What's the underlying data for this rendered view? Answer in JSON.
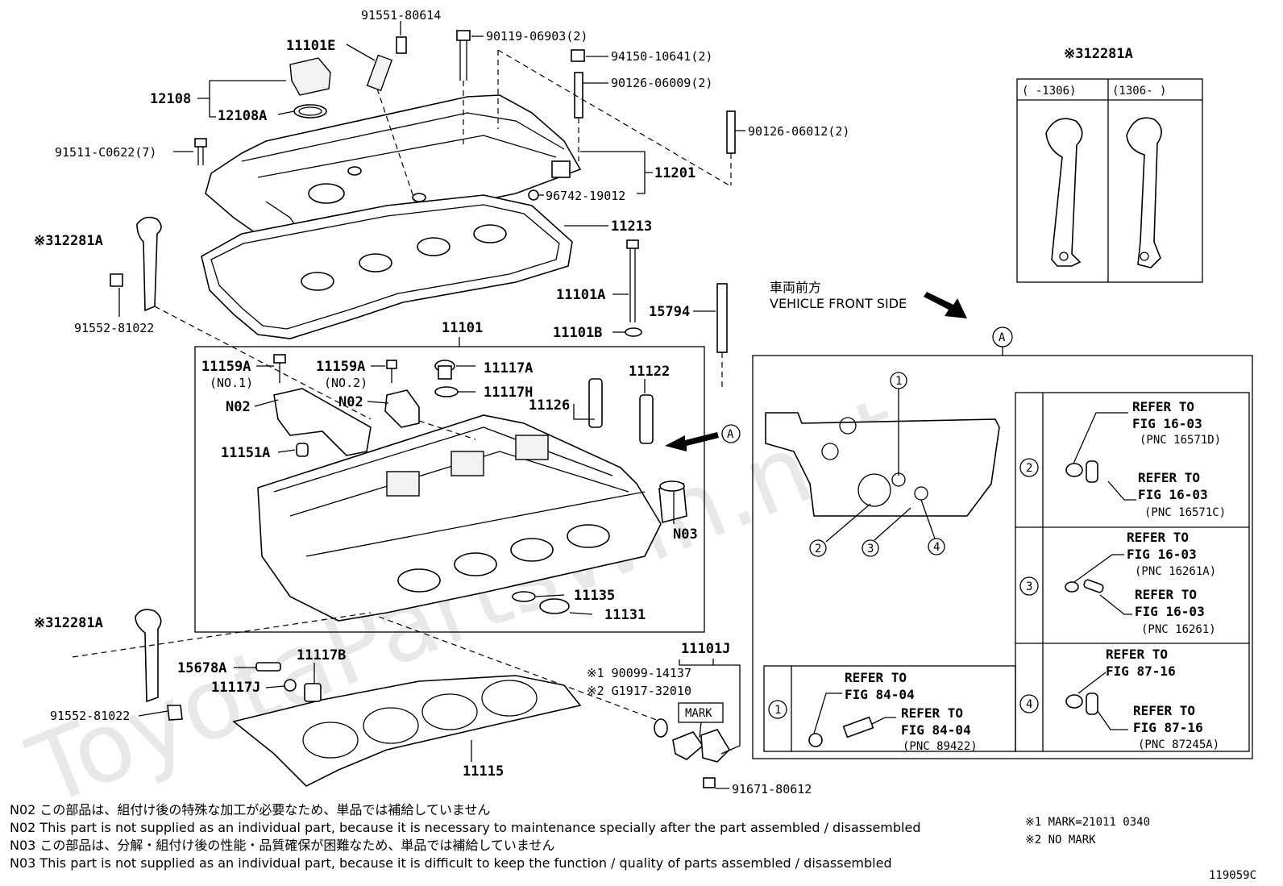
{
  "watermark": "ToyotaPartsWin.net",
  "diagram_id": "119059C",
  "labels": {
    "p91551_80614": "91551-80614",
    "p90119_06903": "90119-06903(2)",
    "p11101E": "11101E",
    "p94150_10641": "94150-10641(2)",
    "p90126_06009": "90126-06009(2)",
    "p12108": "12108",
    "p12108A": "12108A",
    "p90126_06012": "90126-06012(2)",
    "p91511_C0622": "91511-C0622(7)",
    "p11201": "11201",
    "p96742_19012": "96742-19012",
    "p11213": "11213",
    "p12281A_top": "※312281A",
    "p91552_81022_top": "91552-81022",
    "p11101A": "11101A",
    "p15794": "15794",
    "p11101B": "11101B",
    "p11101": "11101",
    "p11159A_1": "11159A",
    "p11159A_1_sub": "(NO.1)",
    "p11159A_2": "11159A",
    "p11159A_2_sub": "(NO.2)",
    "p11117A": "11117A",
    "p11117H": "11117H",
    "p11122": "11122",
    "p11126": "11126",
    "pN02_a": "N02",
    "pN02_b": "N02",
    "p11151A": "11151A",
    "pN03": "N03",
    "p11135": "11135",
    "p11131": "11131",
    "p12281A_bot": "※312281A",
    "p15678A": "15678A",
    "p11117B": "11117B",
    "p11117J": "11117J",
    "p91552_81022_bot": "91552-81022",
    "p11115": "11115",
    "p11101J": "11101J",
    "p90099_14137": "※1 90099-14137",
    "pG1917_32010": "※2 G1917-32010",
    "mark": "MARK",
    "p91671_80612": "91671-80612",
    "callout_A": "A",
    "front_jp": "車両前方",
    "front_en": "VEHICLE FRONT SIDE"
  },
  "inset_top": {
    "title": "※312281A",
    "col1": "(     -1306)",
    "col2": "(1306-     )"
  },
  "inset_A": {
    "header": "A",
    "callouts": [
      "1",
      "2",
      "3",
      "4"
    ],
    "ref1": {
      "num": "1",
      "a_line1": "REFER TO",
      "a_line2": "FIG 84-04",
      "b_line1": "REFER TO",
      "b_line2": "FIG 84-04",
      "b_pnc": "(PNC 89422)"
    },
    "ref2": {
      "num": "2",
      "a_line1": "REFER TO",
      "a_line2": "FIG 16-03",
      "a_pnc": "(PNC 16571D)",
      "b_line1": "REFER TO",
      "b_line2": "FIG 16-03",
      "b_pnc": "(PNC 16571C)"
    },
    "ref3": {
      "num": "3",
      "a_line1": "REFER TO",
      "a_line2": "FIG 16-03",
      "a_pnc": "(PNC 16261A)",
      "b_line1": "REFER TO",
      "b_line2": "FIG 16-03",
      "b_pnc": "(PNC 16261)"
    },
    "ref4": {
      "num": "4",
      "a_line1": "REFER TO",
      "a_line2": "FIG 87-16",
      "b_line1": "REFER TO",
      "b_line2": "FIG 87-16",
      "b_pnc": "(PNC 87245A)"
    }
  },
  "notes": [
    "N02  この部品は、組付け後の特殊な加工が必要なため、単品では補給していません",
    "N02  This part is not supplied as an individual part, because it is necessary to maintenance specially after the part assembled / disassembled",
    "N03  この部品は、分解・組付け後の性能・品質確保が困難なため、単品では補給していません",
    "N03  This part is not supplied as an individual part, because it is difficult to keep the function / quality of parts  assembled / disassembled"
  ],
  "footnotes": [
    "※1 MARK=21011 0340",
    "※2 NO MARK"
  ]
}
